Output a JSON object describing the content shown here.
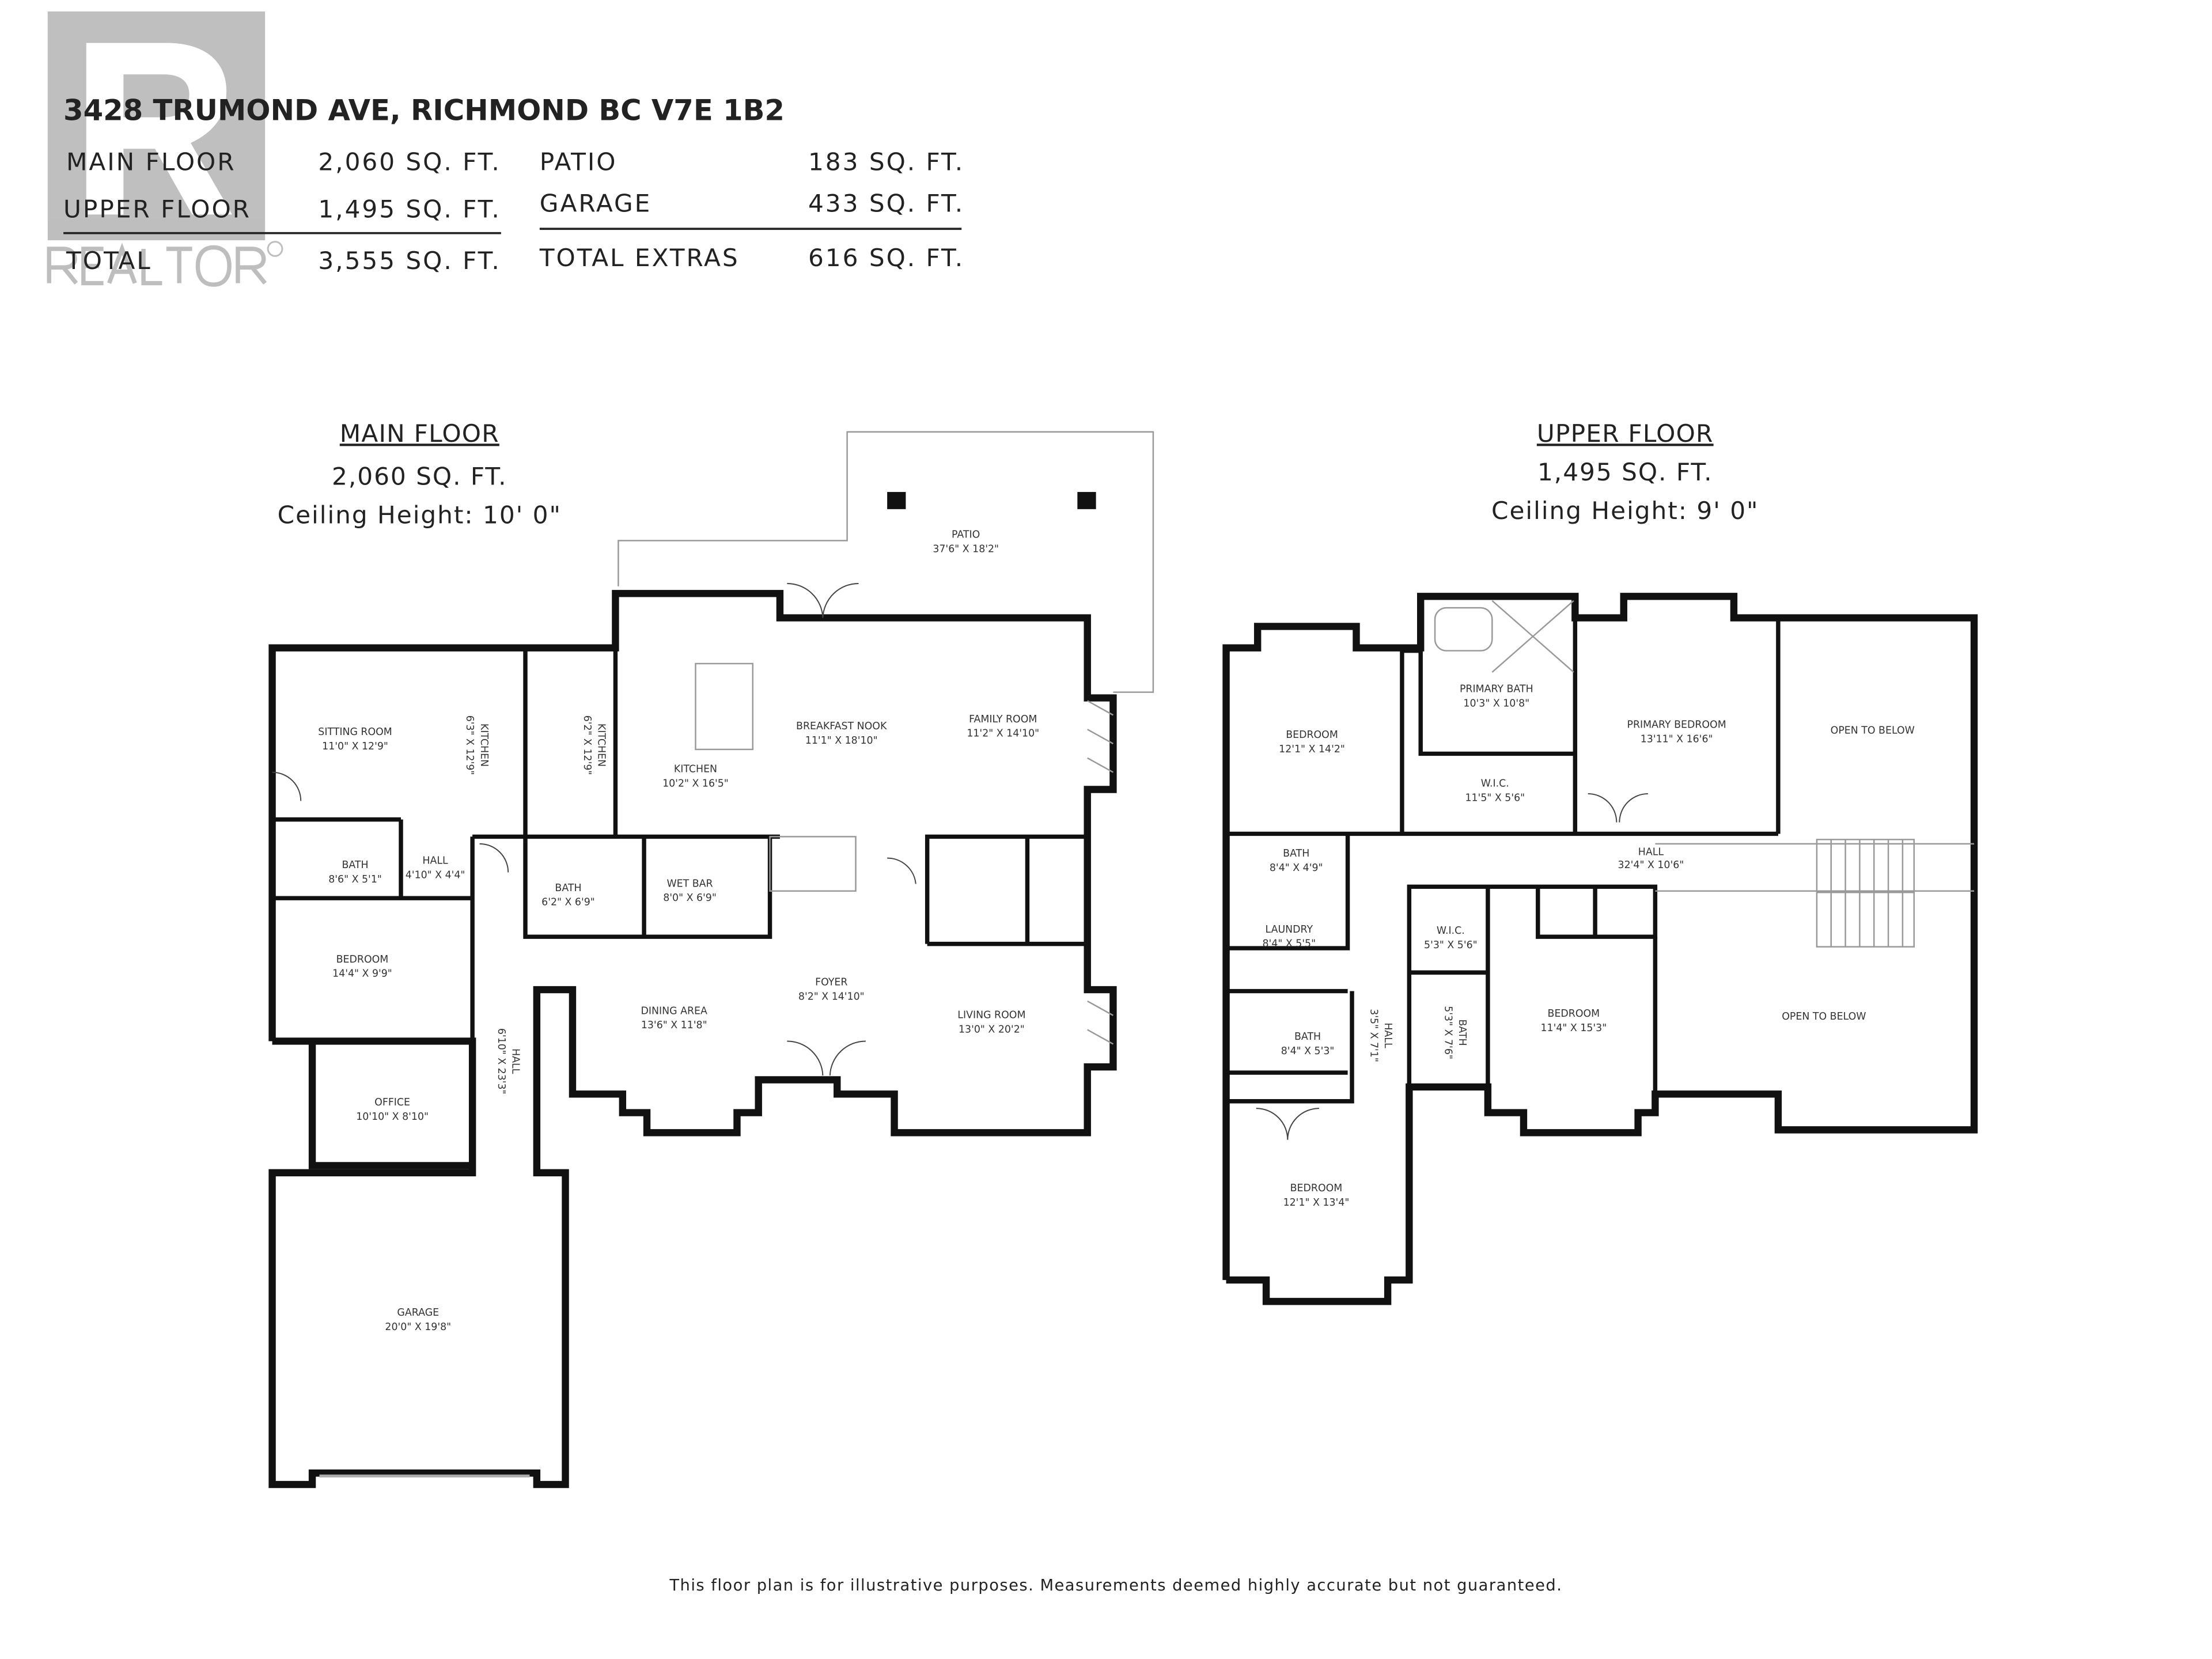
{
  "header": {
    "address": "3428 TRUMOND AVE, RICHMOND BC V7E 1B2",
    "rows_left": [
      {
        "label": "MAIN FLOOR",
        "value": "2,060 SQ. FT."
      },
      {
        "label": "UPPER FLOOR",
        "value": "1,495 SQ. FT."
      },
      {
        "label": "TOTAL",
        "value": "3,555 SQ. FT."
      }
    ],
    "rows_right": [
      {
        "label": "PATIO",
        "value": "183 SQ. FT."
      },
      {
        "label": "GARAGE",
        "value": "433 SQ. FT."
      },
      {
        "label": "TOTAL EXTRAS",
        "value": "616 SQ. FT."
      }
    ]
  },
  "watermark": {
    "brand": "REALTOR",
    "mark": "®",
    "letter": "R"
  },
  "main_floor": {
    "title": "MAIN FLOOR",
    "area": "2,060 SQ. FT.",
    "ceiling": "Ceiling Height: 10' 0\"",
    "rooms": [
      {
        "name": "PATIO",
        "dims": "37'6\" X 18'2\""
      },
      {
        "name": "SITTING ROOM",
        "dims": "11'0\" X 12'9\""
      },
      {
        "name": "KITCHEN",
        "dims": "6'3\" X 12'9\""
      },
      {
        "name": "KITCHEN",
        "dims": "6'2\" X 12'9\""
      },
      {
        "name": "KITCHEN",
        "dims": "10'2\" X 16'5\""
      },
      {
        "name": "BREAKFAST NOOK",
        "dims": "11'1\" X 18'10\""
      },
      {
        "name": "FAMILY ROOM",
        "dims": "11'2\" X 14'10\""
      },
      {
        "name": "BATH",
        "dims": "8'6\" X 5'1\""
      },
      {
        "name": "HALL",
        "dims": "4'10\" X 4'4\""
      },
      {
        "name": "BATH",
        "dims": "6'2\" X 6'9\""
      },
      {
        "name": "WET BAR",
        "dims": "8'0\" X 6'9\""
      },
      {
        "name": "BEDROOM",
        "dims": "14'4\" X 9'9\""
      },
      {
        "name": "FOYER",
        "dims": "8'2\" X 14'10\""
      },
      {
        "name": "DINING AREA",
        "dims": "13'6\" X 11'8\""
      },
      {
        "name": "LIVING ROOM",
        "dims": "13'0\" X 20'2\""
      },
      {
        "name": "HALL",
        "dims": "6'10\" X 23'3\""
      },
      {
        "name": "OFFICE",
        "dims": "10'10\" X 8'10\""
      },
      {
        "name": "GARAGE",
        "dims": "20'0\" X 19'8\""
      }
    ]
  },
  "upper_floor": {
    "title": "UPPER FLOOR",
    "area": "1,495 SQ. FT.",
    "ceiling": "Ceiling Height: 9' 0\"",
    "rooms": [
      {
        "name": "BEDROOM",
        "dims": "12'1\" X 14'2\""
      },
      {
        "name": "PRIMARY BATH",
        "dims": "10'3\" X 10'8\""
      },
      {
        "name": "W.I.C.",
        "dims": "11'5\" X 5'6\""
      },
      {
        "name": "PRIMARY BEDROOM",
        "dims": "13'11\" X 16'6\""
      },
      {
        "name": "OPEN TO BELOW",
        "dims": ""
      },
      {
        "name": "BATH",
        "dims": "8'4\" X 4'9\""
      },
      {
        "name": "HALL",
        "dims": "32'4\" X 10'6\""
      },
      {
        "name": "LAUNDRY",
        "dims": "8'4\" X 5'5\""
      },
      {
        "name": "W.I.C.",
        "dims": "5'3\" X 5'6\""
      },
      {
        "name": "BEDROOM",
        "dims": "11'4\" X 15'3\""
      },
      {
        "name": "OPEN TO BELOW",
        "dims": ""
      },
      {
        "name": "BATH",
        "dims": "8'4\" X 5'3\""
      },
      {
        "name": "HALL",
        "dims": "3'5\" X 7'1\""
      },
      {
        "name": "BATH",
        "dims": "5'3\" X 7'6\""
      },
      {
        "name": "BEDROOM",
        "dims": "12'1\" X 13'4\""
      }
    ]
  },
  "footer": {
    "disclaimer": "This floor plan is for illustrative purposes. Measurements deemed highly accurate but not guaranteed."
  }
}
